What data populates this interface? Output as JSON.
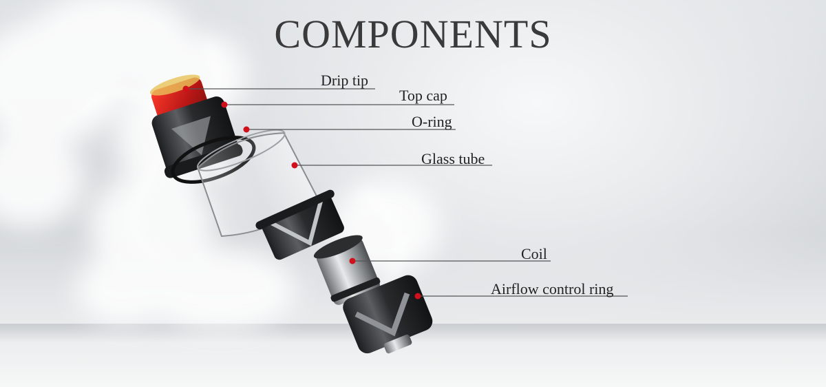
{
  "title": "COMPONENTS",
  "components": [
    {
      "label": "Drip tip"
    },
    {
      "label": "Top cap"
    },
    {
      "label": "O-ring"
    },
    {
      "label": "Glass tube"
    },
    {
      "label": "Coil"
    },
    {
      "label": "Airflow control ring"
    }
  ],
  "colors": {
    "title": "#3a3a3a",
    "marker": "#d0101a",
    "leader": "#555555",
    "drip_tip_resin": "#c81e1e",
    "metal_dark": "#2a2b2d"
  }
}
